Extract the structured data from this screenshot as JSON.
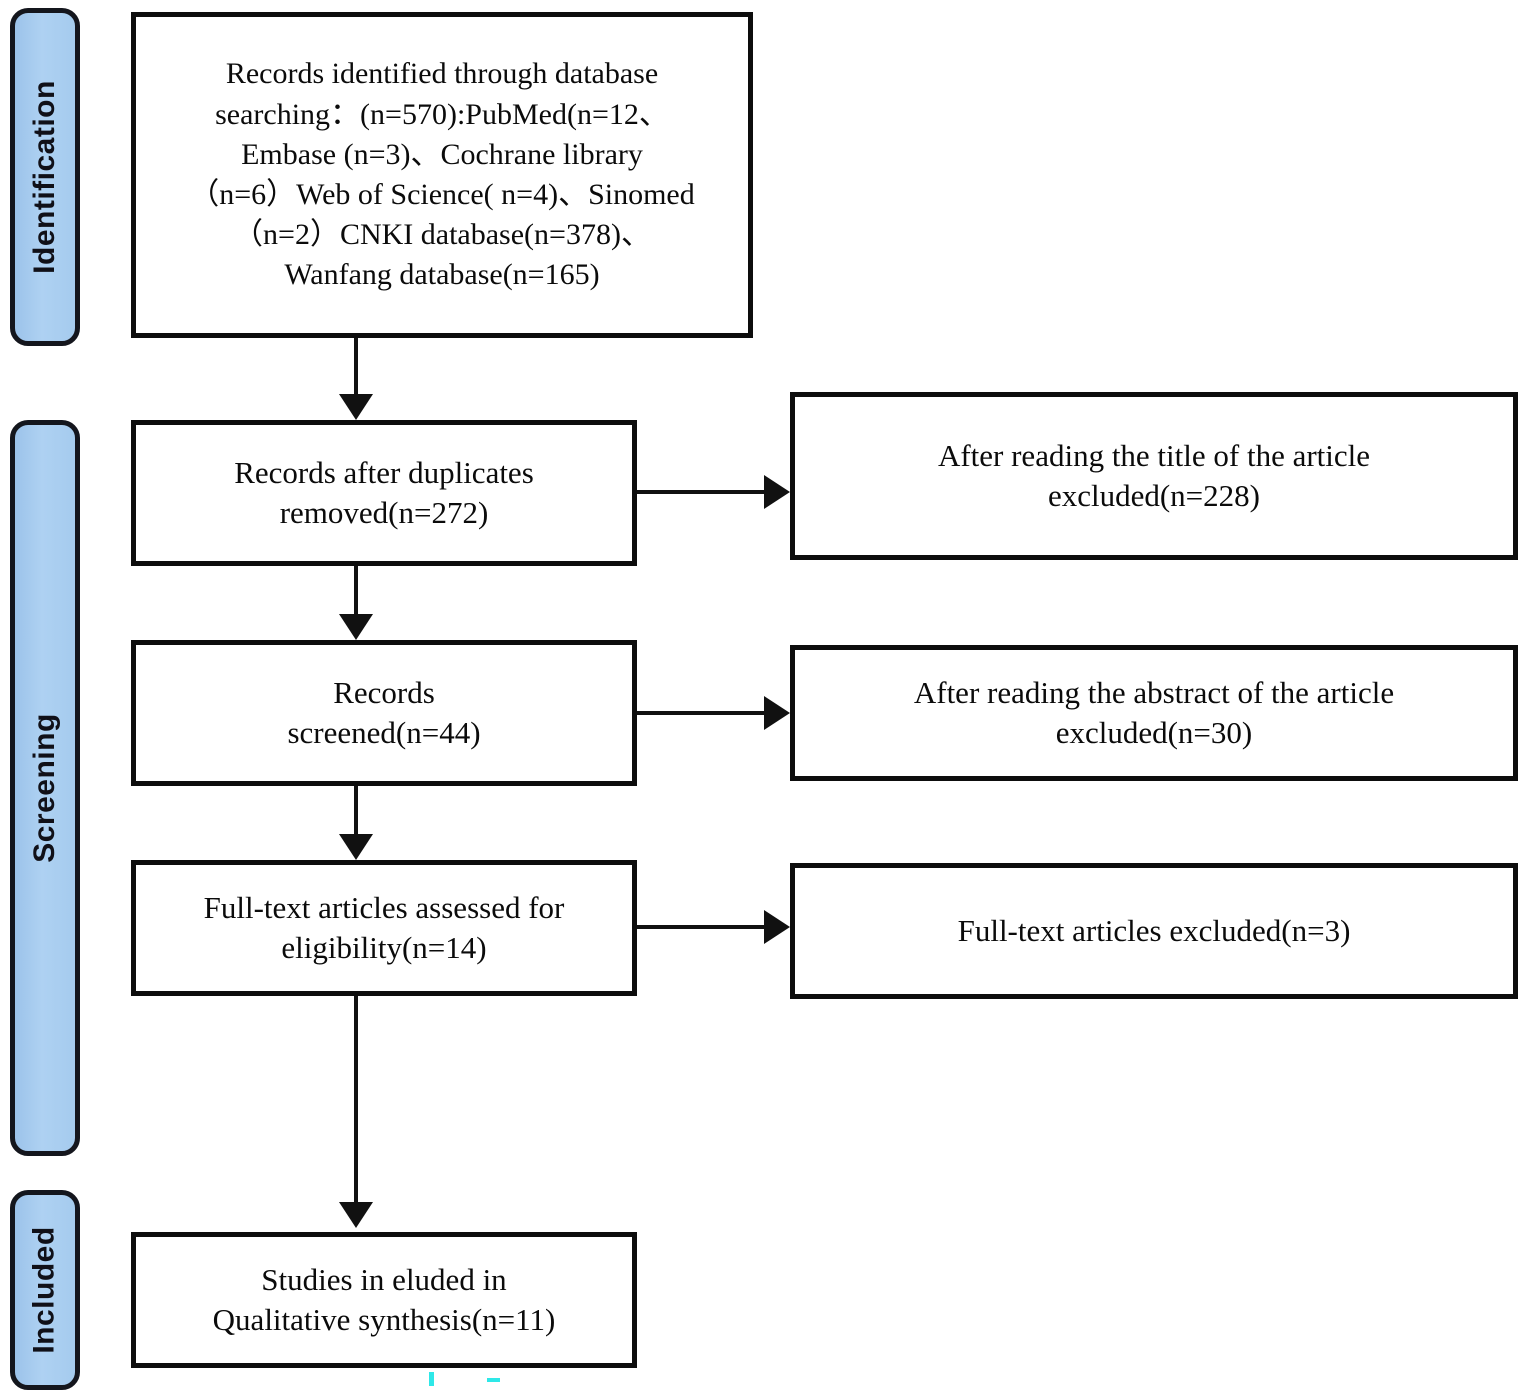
{
  "diagram": {
    "type": "prisma-flow-diagram",
    "title": "PRISMA study selection flow diagram",
    "colors": {
      "stage_fill": "#a5cbee",
      "stage_border": "#14161d",
      "box_border": "#0d0d0d",
      "box_fill": "#ffffff",
      "connector": "#111111",
      "artifact": "#2ee8e8"
    }
  },
  "stages": [
    {
      "id": "identification",
      "label": "Identification"
    },
    {
      "id": "screening",
      "label": "Screening"
    },
    {
      "id": "included",
      "label": "Included"
    }
  ],
  "boxes": {
    "identified": {
      "id": "records-identified",
      "text": "Records identified through database\nsearching：(n=570):PubMed(n=12、\nEmbase (n=3)、Cochrane library\n（n=6）Web of Science( n=4)、Sinomed\n（n=2）CNKI  database(n=378)、\nWanfang database(n=165)",
      "n": 570,
      "sources": [
        {
          "name": "PubMed",
          "n": 12
        },
        {
          "name": "Embase",
          "n": 3
        },
        {
          "name": "Cochrane library",
          "n": 6
        },
        {
          "name": "Web of Science",
          "n": 4
        },
        {
          "name": "Sinomed",
          "n": 2
        },
        {
          "name": "CNKI database",
          "n": 378
        },
        {
          "name": "Wanfang database",
          "n": 165
        }
      ]
    },
    "duplicates_removed": {
      "id": "records-after-duplicates-removed",
      "text": "Records after duplicates\nremoved(n=272)",
      "n": 272
    },
    "excluded_title": {
      "id": "excluded-after-title",
      "text": "After reading the title of the article\nexcluded(n=228)",
      "n": 228
    },
    "screened": {
      "id": "records-screened",
      "text": "Records\nscreened(n=44)",
      "n": 44
    },
    "excluded_abstract": {
      "id": "excluded-after-abstract",
      "text": "After reading the abstract of the article\nexcluded(n=30)",
      "n": 30
    },
    "fulltext_assessed": {
      "id": "fulltext-assessed-for-eligibility",
      "text": "Full-text articles assessed for\neligibility(n=14)",
      "n": 14
    },
    "excluded_fulltext": {
      "id": "fulltext-articles-excluded",
      "text": "Full-text articles excluded(n=3)",
      "n": 3
    },
    "included_studies": {
      "id": "studies-included-qualitative-synthesis",
      "text": "Studies in eluded in\nQualitative synthesis(n=11)",
      "n": 11
    }
  },
  "connectors": [
    {
      "id": "identified-to-duplicates",
      "from": "records-identified",
      "to": "records-after-duplicates-removed",
      "direction": "down"
    },
    {
      "id": "duplicates-to-excluded-title",
      "from": "records-after-duplicates-removed",
      "to": "excluded-after-title",
      "direction": "right"
    },
    {
      "id": "duplicates-to-screened",
      "from": "records-after-duplicates-removed",
      "to": "records-screened",
      "direction": "down"
    },
    {
      "id": "screened-to-excluded-abstract",
      "from": "records-screened",
      "to": "excluded-after-abstract",
      "direction": "right"
    },
    {
      "id": "screened-to-fulltext",
      "from": "records-screened",
      "to": "fulltext-assessed-for-eligibility",
      "direction": "down"
    },
    {
      "id": "fulltext-to-excluded-fulltext",
      "from": "fulltext-assessed-for-eligibility",
      "to": "fulltext-articles-excluded",
      "direction": "right"
    },
    {
      "id": "fulltext-to-included",
      "from": "fulltext-assessed-for-eligibility",
      "to": "studies-included-qualitative-synthesis",
      "direction": "down"
    }
  ]
}
